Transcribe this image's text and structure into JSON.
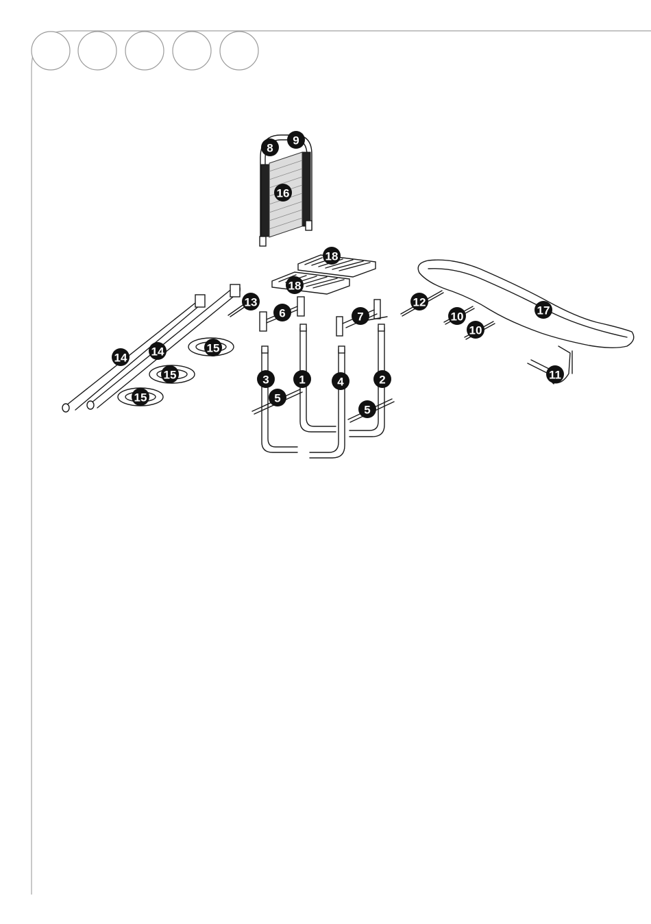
{
  "header": {
    "step_circles": [
      "",
      "",
      "",
      "",
      ""
    ]
  },
  "parts": [
    {
      "id": "p1",
      "label": "1"
    },
    {
      "id": "p2",
      "label": "2"
    },
    {
      "id": "p3",
      "label": "3"
    },
    {
      "id": "p4",
      "label": "4"
    },
    {
      "id": "p5a",
      "label": "5"
    },
    {
      "id": "p5b",
      "label": "5"
    },
    {
      "id": "p6",
      "label": "6"
    },
    {
      "id": "p7",
      "label": "7"
    },
    {
      "id": "p8",
      "label": "8"
    },
    {
      "id": "p9",
      "label": "9"
    },
    {
      "id": "p10a",
      "label": "10"
    },
    {
      "id": "p10b",
      "label": "10"
    },
    {
      "id": "p11",
      "label": "11"
    },
    {
      "id": "p12",
      "label": "12"
    },
    {
      "id": "p13",
      "label": "13"
    },
    {
      "id": "p14a",
      "label": "14"
    },
    {
      "id": "p14b",
      "label": "14"
    },
    {
      "id": "p15a",
      "label": "15"
    },
    {
      "id": "p15b",
      "label": "15"
    },
    {
      "id": "p15c",
      "label": "15"
    },
    {
      "id": "p16",
      "label": "16"
    },
    {
      "id": "p17",
      "label": "17"
    },
    {
      "id": "p18a",
      "label": "18"
    },
    {
      "id": "p18b",
      "label": "18"
    }
  ]
}
